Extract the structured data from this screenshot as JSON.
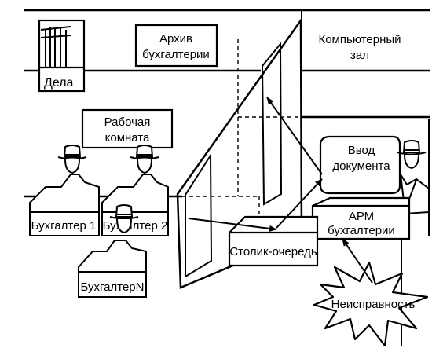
{
  "rooms": {
    "archive": {
      "line1": "Архив",
      "line2": "бухгалтерии"
    },
    "computer_room": {
      "line1": "Компьютерный",
      "line2": "зал"
    },
    "work_room": {
      "line1": "Рабочая",
      "line2": "комната"
    }
  },
  "shelf_label": "Дела",
  "accountants": {
    "a1": "Бухгалтер 1",
    "a2": "Бухгалтер 2",
    "an": "БухгалтерN"
  },
  "queue_table": "Столик-очередь",
  "workstation": {
    "line1": "АРМ",
    "line2": "бухгалтерии"
  },
  "input_doc": {
    "line1": "Ввод",
    "line2": "документа"
  },
  "fault": "Неисправность"
}
